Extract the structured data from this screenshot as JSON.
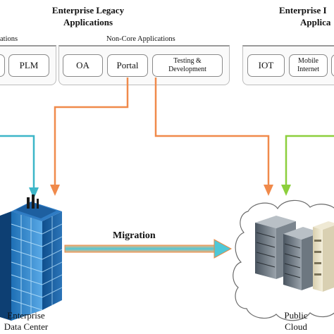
{
  "legacy": {
    "title_line1": "Enterprise Legacy",
    "title_line2": "Applications",
    "core_group_label": "ations",
    "noncore_group_label": "Non-Core Applications",
    "core_apps": [
      "PLM"
    ],
    "noncore_apps": [
      "OA",
      "Portal"
    ],
    "testing_line1": "Testing &",
    "testing_line2": "Development"
  },
  "newapps": {
    "title_line1": "Enterprise I",
    "title_line2": "Applica",
    "apps": [
      "IOT"
    ],
    "mobile_line1": "Mobile",
    "mobile_line2": "Internet"
  },
  "migration_label": "Migration",
  "datacenter": {
    "line1": "Enterprise",
    "line2": "Data Center"
  },
  "cloud": {
    "line1": "Public",
    "line2": "Cloud"
  },
  "colors": {
    "blue_arrow": "#3cb6c8",
    "orange_arrow": "#f08a4b",
    "green_arrow": "#8ccf3c",
    "migration_blue": "#4ec8d8",
    "migration_orange": "#f29a55",
    "group_line": "#a9a9a9"
  }
}
